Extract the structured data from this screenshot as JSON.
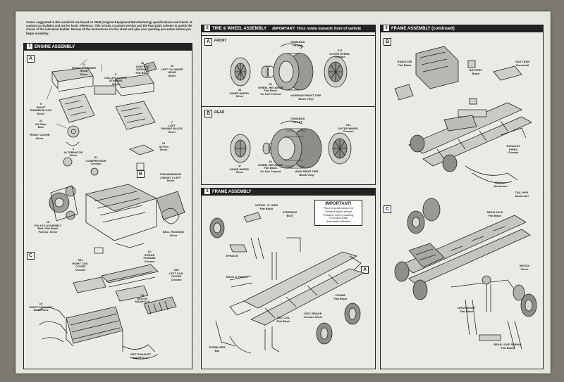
{
  "intro_text": "Colors suggested in this model kit are based on OEM (Original Equipment Manufacturing) specifications and trends of custom car builders and are for basic reference. This is truly a custom version and the final paint scheme is purely the choice of the individual builder. Review all the instructions on this sheet and plan your painting procedure before you begin assembly.",
  "sections": {
    "engine": {
      "num": "1",
      "title": "ENGINE ASSEMBLY"
    },
    "tire": {
      "num": "2",
      "title": "TIRE & WHEEL ASSEMBLY",
      "note": "IMPORTANT: Tires rotate towards front of vehicle"
    },
    "frame": {
      "num": "3",
      "title": "FRAME ASSEMBLY"
    },
    "frame_cont": {
      "num": "3",
      "title": "FRAME ASSEMBLY (continued)"
    }
  },
  "step_letters": {
    "a": "A",
    "b": "B",
    "c": "C"
  },
  "tire_labels": {
    "front": "FRONT",
    "rear": "REAR",
    "towards_front": "TOWARDS\nFRONT",
    "inner_front": "36\nINNER WHEEL\nSilver",
    "retainer": "61\nWHEEL RETAINER\nFlat Black\nDo Not Cement",
    "narrow_tire": "NARROW FRONT TIRE\nBlack Vinyl",
    "outer_front": "S11\nOUTER WHEEL\nChrome",
    "inner_rear": "47\nINNER WHEEL\nSilver",
    "wide_tire": "WIDE REAR TIRE\nBlack Vinyl",
    "outer_rear": "S12\nOUTER WHEEL\nChrome"
  },
  "engine_labels": {
    "head_r": "11\nRIGHT CYLINDER\nHEAD\nSilver",
    "starter": "8\nGALLEY COVER\nSTARTER\nSilver",
    "ignition": "35\nIGNITION\nMODULE\nFlat Black",
    "head_l": "30\nLEFT CYLINDER\nHEAD\nSilver",
    "block_r": "9\nRIGHT\nENGINE BLOCK\nSilver",
    "block_l": "7\nLEFT\nENGINE BLOCK\nSilver",
    "oil_filter": "22\nOil Filter\nBlue",
    "front_cover": "FRONT COVER\nSilver",
    "oil_pan": "23\nOil Pan\nSilver",
    "alternator": "4\nALTERNATOR\nSilver",
    "compressor": "S1\nCOMPRESSOR\nChrome",
    "transmission": "TRANSMISSION\n2 RIGHT  3 LEFT\nSilver",
    "pulley": "18\nPULLEY ASSEMBLY\nBelt: Flat Black\nPulleys: Silver",
    "bell": "BELL HOUSING\nSilver",
    "plenum": "S2\nINTAKE\nPLENUM\nChrome",
    "coil_r": "S31\nRIGHT COIL\nCOVER\nChrome",
    "coil_l": "S35\nLEFT COIL\nCOVER\nChrome",
    "manifold": "S1\nMOTOR\nMANIFOLD",
    "exhaust_r": "19\nRIGHT EXHAUST\nMANIFOLD",
    "exhaust_l": "LEFT EXHAUST\nMANIFOLD"
  },
  "frame_labels": {
    "important_title": "IMPORTANT!",
    "important_body": "Place a small amount of\nCement inside Wheel\nRetainer when installing\nFront and Rear\nAssembled Wheels",
    "upper_a_arm": "UPPER \"A\" ARM\nFlat Black",
    "steering_box": "STEERING\nBOX",
    "spindle": "SPINDLE",
    "rack_pinion": "RACK & PINION",
    "coil": "2/6C COIL\nFlat Black",
    "stabilizer": "STABILIZER\nBar",
    "frame": "FRAME\nFlat Black",
    "disc_brake": "DISC BRAKE\nChrome Silver",
    "mufflers": "Mufflers\nAluminum",
    "radiator": "RADIATOR\nFlat Black",
    "battery": "BATTERY\nBlack",
    "gas_tank": "GAS TANK\nGunmetal",
    "exhaust_pipes": "EXHAUST\nPIPES\nChrome",
    "tail_pipe": "TAIL PIPE\nAluminum",
    "rear_axle": "REAR AXLE\nFlat Black",
    "shocks": "SHOCK\nSilver",
    "driveshaft": "DRIVESHAFT\nFlat Black",
    "rear_springs": "REAR LEAF SPRING\nFlat Black"
  },
  "colors": {
    "ink": "#222222",
    "paper": "#e6e6e1",
    "background": "#7d7b6f"
  }
}
